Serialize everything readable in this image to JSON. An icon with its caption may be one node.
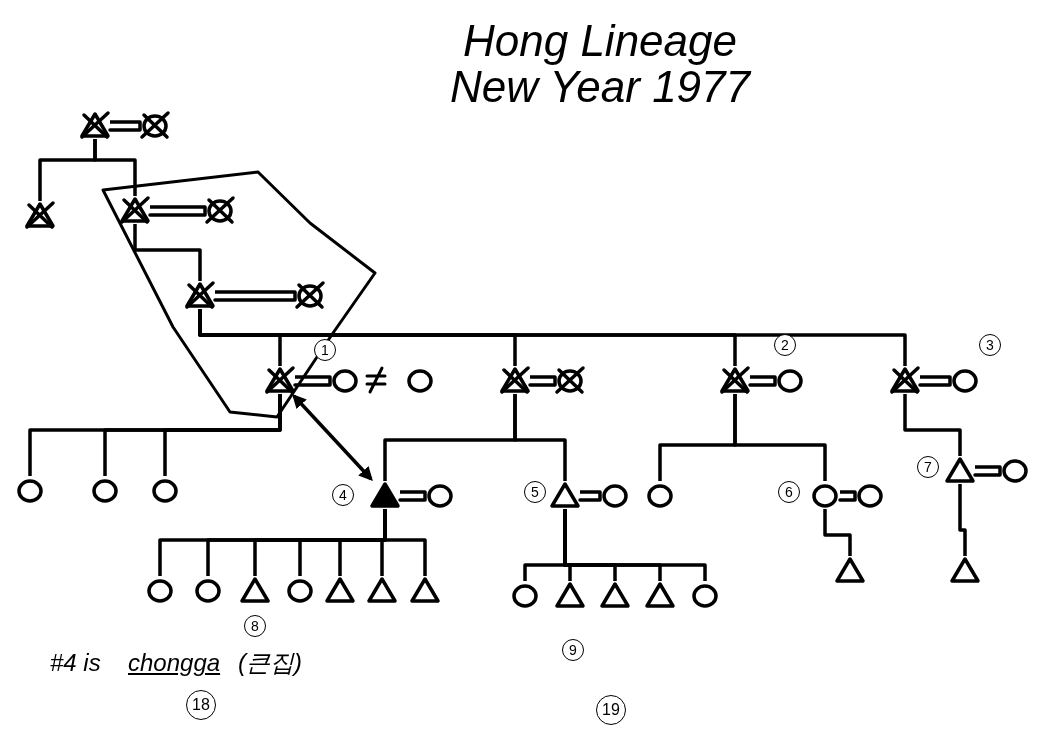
{
  "diagram": {
    "title": "Hong Lineage New Year 1977",
    "nodes": [
      {
        "text": [],
        "shape": "crossed-triangle"
      },
      {
        "text": [],
        "shape": "crossed-circle"
      },
      {
        "text": [],
        "shape": "crossed-triangle"
      },
      {
        "text": [],
        "shape": "crossed-triangle"
      },
      {
        "text": [],
        "shape": "crossed-circle"
      },
      {
        "text": [],
        "shape": "crossed-triangle"
      },
      {
        "text": [],
        "shape": "crossed-circle"
      },
      {
        "text": [],
        "shape": "crossed-triangle"
      },
      {
        "text": [],
        "shape": "circle",
        "beside": [
          "1"
        ]
      },
      {
        "text": [],
        "shape": "circle"
      },
      {
        "text": [],
        "shape": "crossed-triangle"
      },
      {
        "text": [],
        "shape": "crossed-circle"
      },
      {
        "text": [],
        "shape": "crossed-triangle"
      },
      {
        "text": [],
        "shape": "circle",
        "beside": [
          "2"
        ]
      },
      {
        "text": [],
        "shape": "crossed-triangle"
      },
      {
        "text": [],
        "shape": "circle",
        "beside": [
          "3"
        ]
      },
      {
        "text": [],
        "shape": "circle"
      },
      {
        "text": [],
        "shape": "circle"
      },
      {
        "text": [],
        "shape": "circle"
      },
      {
        "text": [],
        "shape": "filled-triangle",
        "beside": [
          "4"
        ]
      },
      {
        "text": [],
        "shape": "circle"
      },
      {
        "text": [],
        "shape": "triangle",
        "beside": [
          "5"
        ]
      },
      {
        "text": [],
        "shape": "circle"
      },
      {
        "text": [],
        "shape": "circle"
      },
      {
        "text": [],
        "shape": "circle",
        "beside": [
          "6"
        ]
      },
      {
        "text": [],
        "shape": "circle"
      },
      {
        "text": [],
        "shape": "triangle"
      },
      {
        "text": [],
        "shape": "triangle",
        "beside": [
          "7"
        ]
      },
      {
        "text": [],
        "shape": "circle"
      },
      {
        "text": [],
        "shape": "triangle"
      },
      {
        "text": [],
        "shape": "circle"
      },
      {
        "text": [],
        "shape": "circle"
      },
      {
        "text": [],
        "shape": "triangle",
        "beside": [
          "8"
        ]
      },
      {
        "text": [],
        "shape": "circle"
      },
      {
        "text": [],
        "shape": "triangle"
      },
      {
        "text": [],
        "shape": "triangle"
      },
      {
        "text": [],
        "shape": "triangle"
      },
      {
        "text": [],
        "shape": "circle"
      },
      {
        "text": [],
        "shape": "triangle",
        "beside": [
          "9"
        ]
      },
      {
        "text": [],
        "shape": "triangle"
      },
      {
        "text": [],
        "shape": "triangle"
      },
      {
        "text": [],
        "shape": "circle"
      }
    ],
    "edges": [
      {
        "from": 0,
        "to": 1,
        "arrow": "none"
      },
      {
        "from": 0,
        "to": 2,
        "arrow": "none"
      },
      {
        "from": 0,
        "to": 3,
        "arrow": "none"
      },
      {
        "from": 3,
        "to": 4,
        "arrow": "none"
      },
      {
        "from": 3,
        "to": 5,
        "arrow": "none"
      },
      {
        "from": 5,
        "to": 6,
        "arrow": "none"
      },
      {
        "from": 5,
        "to": 7,
        "arrow": "none"
      },
      {
        "from": 5,
        "to": 10,
        "arrow": "none"
      },
      {
        "from": 5,
        "to": 12,
        "arrow": "none"
      },
      {
        "from": 5,
        "to": 14,
        "arrow": "none"
      },
      {
        "from": 7,
        "to": 8,
        "arrow": "none"
      },
      {
        "from": 10,
        "to": 11,
        "arrow": "none"
      },
      {
        "from": 12,
        "to": 13,
        "arrow": "none"
      },
      {
        "from": 14,
        "to": 15,
        "arrow": "none"
      },
      {
        "from": 7,
        "to": 16,
        "arrow": "none"
      },
      {
        "from": 7,
        "to": 17,
        "arrow": "none"
      },
      {
        "from": 7,
        "to": 18,
        "arrow": "none"
      },
      {
        "from": 7,
        "to": 19,
        "arrow": "both"
      },
      {
        "from": 10,
        "to": 19,
        "arrow": "none"
      },
      {
        "from": 10,
        "to": 21,
        "arrow": "none"
      },
      {
        "from": 19,
        "to": 20,
        "arrow": "none"
      },
      {
        "from": 21,
        "to": 22,
        "arrow": "none"
      },
      {
        "from": 12,
        "to": 23,
        "arrow": "none"
      },
      {
        "from": 12,
        "to": 24,
        "arrow": "none"
      },
      {
        "from": 24,
        "to": 25,
        "arrow": "none"
      },
      {
        "from": 24,
        "to": 26,
        "arrow": "none"
      },
      {
        "from": 14,
        "to": 27,
        "arrow": "none"
      },
      {
        "from": 27,
        "to": 28,
        "arrow": "none"
      },
      {
        "from": 27,
        "to": 29,
        "arrow": "none"
      },
      {
        "from": 19,
        "to": 30,
        "arrow": "none"
      },
      {
        "from": 19,
        "to": 31,
        "arrow": "none"
      },
      {
        "from": 19,
        "to": 32,
        "arrow": "none"
      },
      {
        "from": 19,
        "to": 33,
        "arrow": "none"
      },
      {
        "from": 19,
        "to": 34,
        "arrow": "none"
      },
      {
        "from": 19,
        "to": 35,
        "arrow": "none"
      },
      {
        "from": 19,
        "to": 36,
        "arrow": "none"
      },
      {
        "from": 21,
        "to": 37,
        "arrow": "none"
      },
      {
        "from": 21,
        "to": 38,
        "arrow": "none"
      },
      {
        "from": 21,
        "to": 39,
        "arrow": "none"
      },
      {
        "from": 21,
        "to": 40,
        "arrow": "none"
      },
      {
        "from": 21,
        "to": 41,
        "arrow": "none"
      }
    ],
    "labels": [
      "#4 is",
      "chongga",
      "(큰집)",
      "18",
      "19"
    ]
  }
}
